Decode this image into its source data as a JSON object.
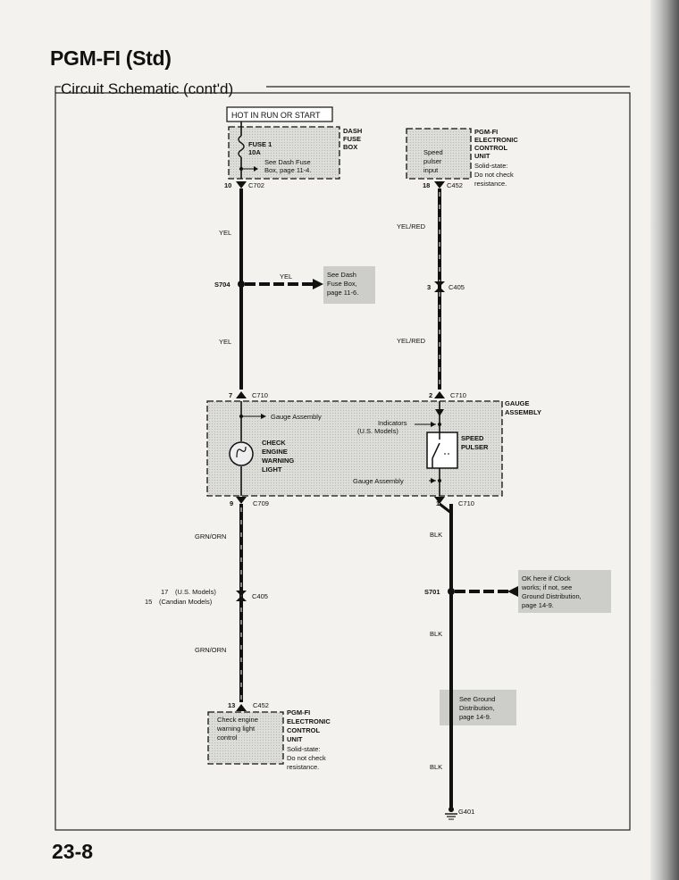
{
  "page": {
    "title": "PGM-FI (Std)",
    "subtitle": "Circuit Schematic (cont'd)",
    "page_number": "23-8"
  },
  "top_left": {
    "hot_label": "HOT IN RUN OR START",
    "fuse_name": "FUSE 1",
    "fuse_rating": "10A",
    "see_fuse_1": "See Dash Fuse",
    "see_fuse_2": "Box, page 11-4.",
    "dash_fuse_1": "DASH",
    "dash_fuse_2": "FUSE",
    "dash_fuse_3": "BOX",
    "pin_c702": "10",
    "conn_c702": "C702",
    "wire_yel_1": "YEL",
    "splice": "S704",
    "wire_yel_branch": "YEL",
    "see_branch_1": "See Dash",
    "see_branch_2": "Fuse Box,",
    "see_branch_3": "page 11-6.",
    "wire_yel_2": "YEL",
    "pin_c710_top": "7",
    "conn_c710_top": "C710"
  },
  "top_right": {
    "ecu_in_1": "Speed",
    "ecu_in_2": "pulser",
    "ecu_in_3": "input",
    "ecu_1": "PGM-FI",
    "ecu_2": "ELECTRONIC",
    "ecu_3": "CONTROL",
    "ecu_4": "UNIT",
    "ecu_5": "Solid-state:",
    "ecu_6": "Do not check",
    "ecu_7": "resistance.",
    "pin_c452": "18",
    "conn_c452": "C452",
    "wire_yelred_1": "YEL/RED",
    "pin_c405": "3",
    "conn_c405": "C405",
    "wire_yelred_2": "YEL/RED",
    "pin_c710": "2",
    "conn_c710": "C710"
  },
  "gauge": {
    "assembly_1": "GAUGE",
    "assembly_2": "ASSEMBLY",
    "ref_gauge_assembly": "Gauge Assembly",
    "indicators_1": "Indicators",
    "indicators_2": "(U.S. Models)",
    "cel_1": "CHECK",
    "cel_2": "ENGINE",
    "cel_3": "WARNING",
    "cel_4": "LIGHT",
    "speed_1": "SPEED",
    "speed_2": "PULSER",
    "ref_gauge_assembly_2": "Gauge Assembly",
    "pin_c709": "9",
    "conn_c709": "C709",
    "pin_c710_bottom": "1",
    "conn_c710_bottom": "C710"
  },
  "bottom_left": {
    "wire_grnorn_1": "GRN/ORN",
    "pin_us": "17",
    "pin_us_label": "(U.S. Models)",
    "pin_can": "15",
    "pin_can_label": "(Candian Models)",
    "conn_c405": "C405",
    "wire_grnorn_2": "GRN/ORN",
    "pin_c452": "13",
    "conn_c452": "C452",
    "ecu_in_1": "Check engine",
    "ecu_in_2": "warning light",
    "ecu_in_3": "control",
    "ecu_1": "PGM-FI",
    "ecu_2": "ELECTRONIC",
    "ecu_3": "CONTROL",
    "ecu_4": "UNIT",
    "ecu_5": "Solid-state:",
    "ecu_6": "Do not check",
    "ecu_7": "resistance."
  },
  "bottom_right": {
    "wire_blk_1": "BLK",
    "splice": "S701",
    "ok_1": "OK here if Clock",
    "ok_2": "works; if not, see",
    "ok_3": "Ground Distribution,",
    "ok_4": "page 14-9.",
    "wire_blk_2": "BLK",
    "see_ground_1": "See Ground",
    "see_ground_2": "Distribution,",
    "see_ground_3": "page 14-9.",
    "wire_blk_3": "BLK",
    "ground": "G401"
  }
}
